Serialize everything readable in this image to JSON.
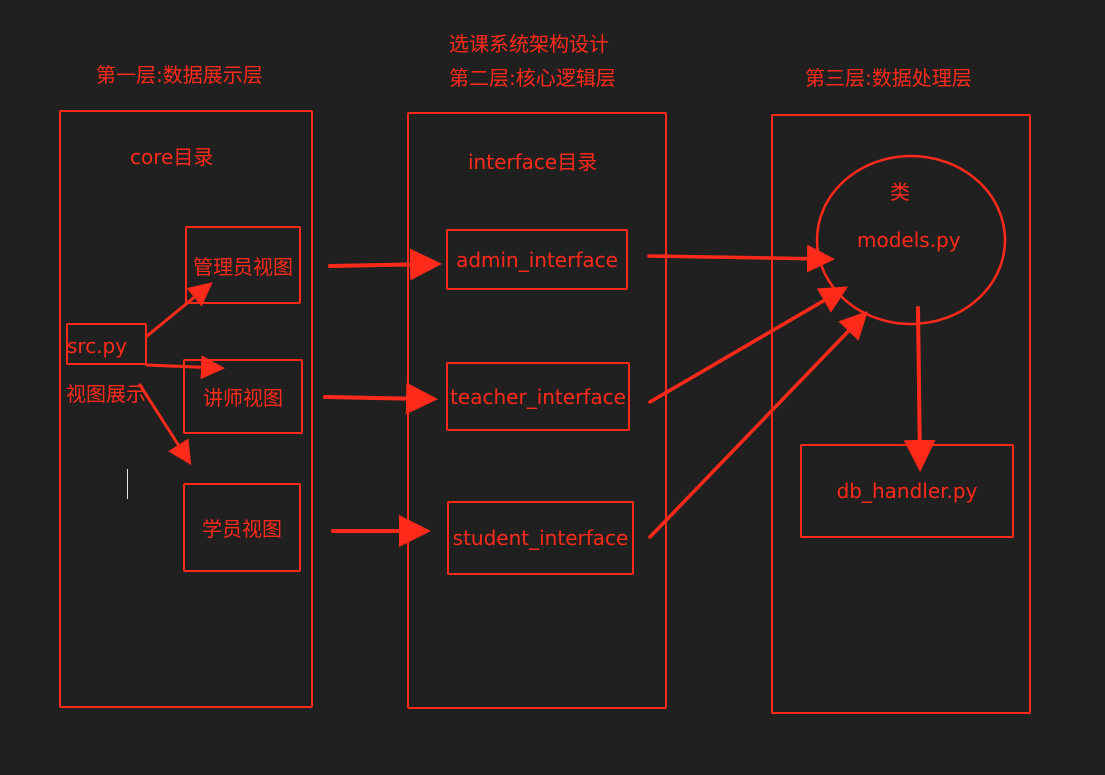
{
  "title": "选课系统架构设计",
  "colors": {
    "background": "#202020",
    "accent": "#ff2a1a"
  },
  "layers": {
    "presentation": {
      "label": "第一层:数据展示层",
      "dir": "core目录"
    },
    "logic": {
      "label": "第二层:核心逻辑层",
      "dir": "interface目录"
    },
    "data": {
      "label": "第三层:数据处理层"
    }
  },
  "core": {
    "src": "src.py",
    "src_note": "视图展示",
    "views": {
      "admin": "管理员视图",
      "teacher": "讲师视图",
      "student": "学员视图"
    }
  },
  "interfaces": {
    "admin": "admin_interface",
    "teacher": "teacher_interface",
    "student": "student_interface"
  },
  "models": {
    "class_label": "类",
    "file": "models.py"
  },
  "db": {
    "file": "db_handler.py"
  }
}
